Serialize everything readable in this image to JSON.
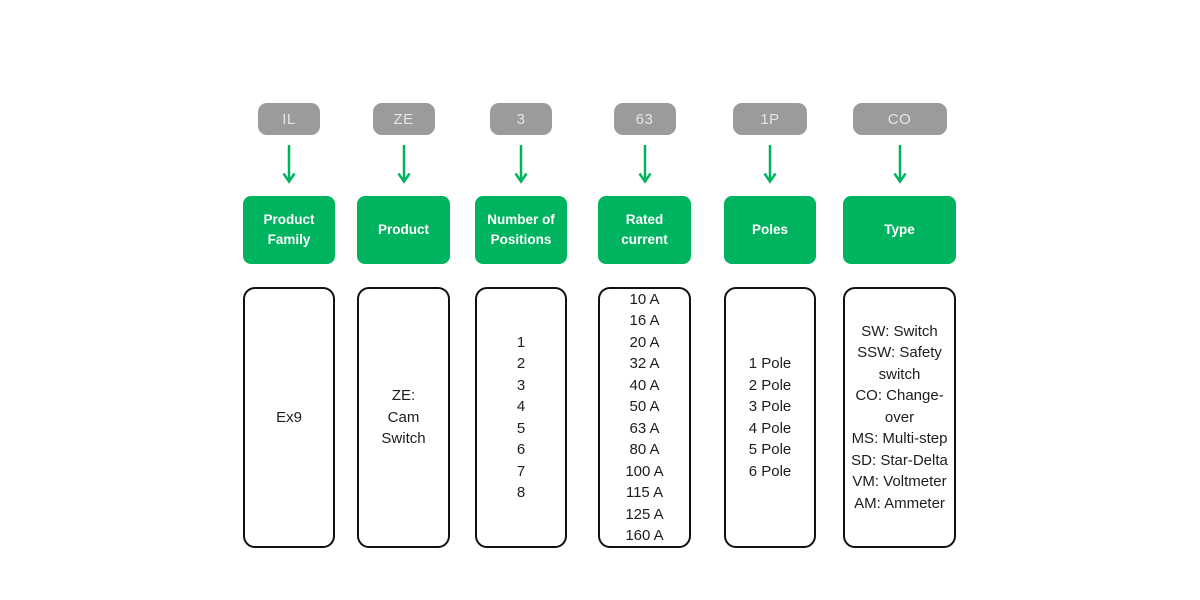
{
  "colors": {
    "accent_green": "#00b45f",
    "badge_gray": "#9b9b9b",
    "badge_text": "#e6e6e6",
    "box_border": "#111111",
    "text": "#1d1d1d"
  },
  "diagram": {
    "columns": [
      {
        "code": "IL",
        "label": "Product Family",
        "items": [
          "Ex9"
        ]
      },
      {
        "code": "ZE",
        "label": "Product",
        "items": [
          "ZE:\nCam\nSwitch"
        ]
      },
      {
        "code": "3",
        "label": "Number of Positions",
        "items": [
          "1",
          "2",
          "3",
          "4",
          "5",
          "6",
          "7",
          "8"
        ]
      },
      {
        "code": "63",
        "label": "Rated current",
        "items": [
          "10 A",
          "16 A",
          "20 A",
          "32 A",
          "40 A",
          "50 A",
          "63 A",
          "80 A",
          "100 A",
          "115 A",
          "125 A",
          "160 A"
        ]
      },
      {
        "code": "1P",
        "label": "Poles",
        "items": [
          "1 Pole",
          "2 Pole",
          "3 Pole",
          "4 Pole",
          "5 Pole",
          "6 Pole"
        ]
      },
      {
        "code": "CO",
        "label": "Type",
        "items": [
          "SW: Switch",
          "SSW: Safety\nswitch",
          "CO: Change-\nover",
          "MS: Multi-step",
          "SD: Star-Delta",
          "VM: Voltmeter",
          "AM: Ammeter"
        ]
      }
    ]
  }
}
